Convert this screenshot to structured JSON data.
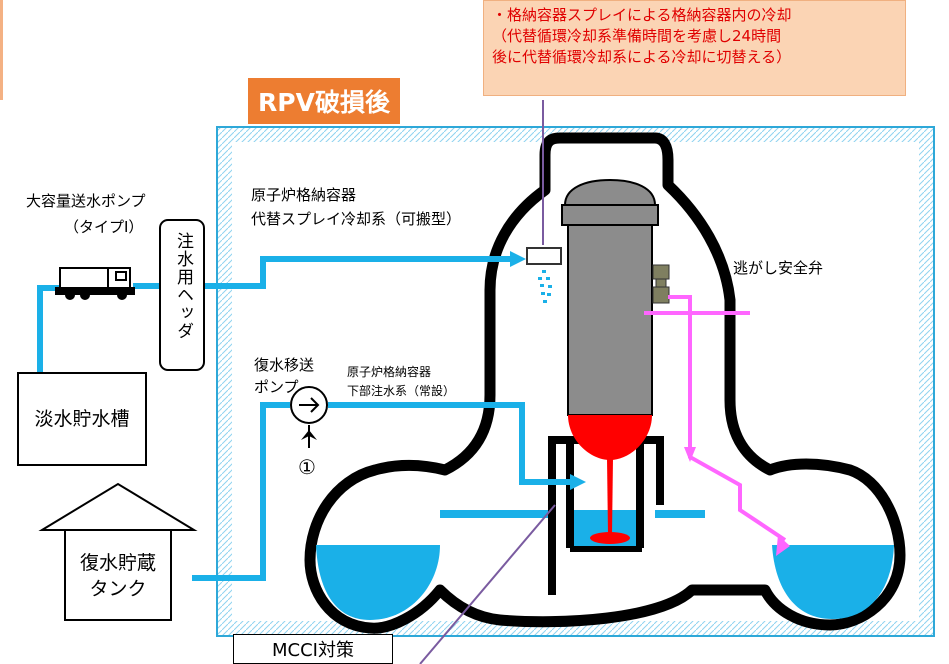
{
  "callout": {
    "line1": "・格納容器スプレイによる格納容器内の冷却",
    "line2": "（代替循環冷却系準備時間を考慮し24時間",
    "line3": "後に代替循環冷却系による冷却に切替える）"
  },
  "stage_label": "RPV破損後",
  "pump": {
    "name": "大容量送水ポンプ",
    "type": "（タイプI）"
  },
  "header_label": "注水用ヘッダ",
  "spray_system": {
    "line1": "原子炉格納容器",
    "line2": "代替スプレイ冷却系（可搬型）"
  },
  "relief_valve": "逃がし安全弁",
  "condensate_pump": {
    "line1": "復水移送",
    "line2": "ポンプ",
    "marker": "①"
  },
  "lower_injection": {
    "line1": "原子炉格納容器",
    "line2": "下部注水系（常設）"
  },
  "freshwater_tank": "淡水貯水槽",
  "storage_tank": {
    "line1": "復水貯蔵",
    "line2": "タンク"
  },
  "mcci": "MCCI対策",
  "colors": {
    "water": "#1ab0e8",
    "srv_flow": "#ff66ff",
    "corium": "#ff0000",
    "rpv": "#8c8c8c",
    "stage": "#ed7d31",
    "callout_bg": "#fbd4b4",
    "callout_text": "#e00000",
    "containment_border": "#2ea8d8"
  }
}
